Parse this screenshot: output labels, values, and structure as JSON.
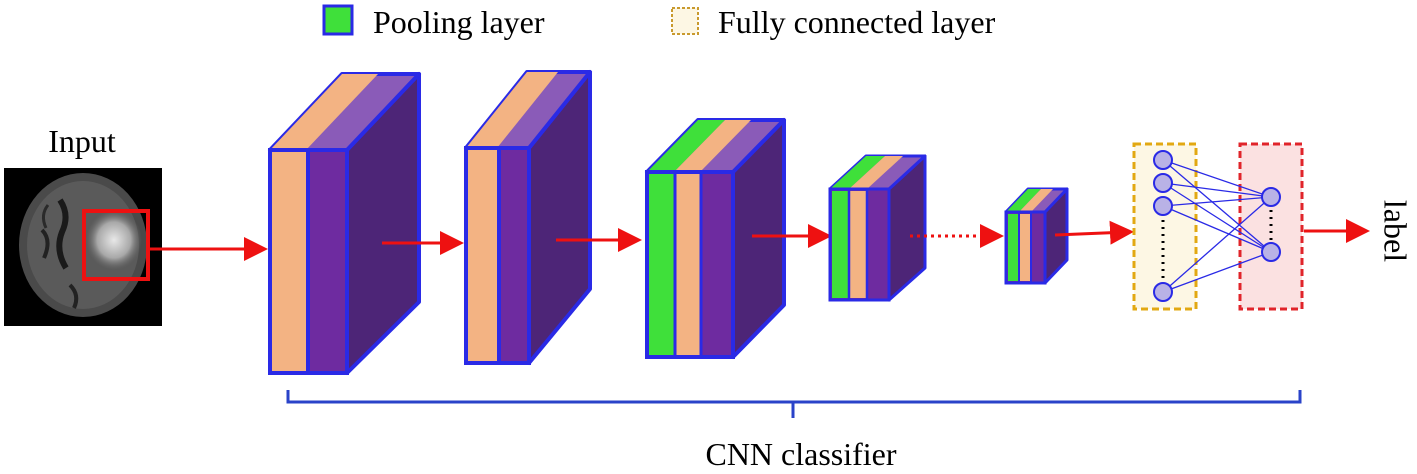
{
  "legend": {
    "pooling_label": "Pooling layer",
    "fc_label": "Fully connected layer"
  },
  "input": {
    "label": "Input"
  },
  "output": {
    "label": "label"
  },
  "group": {
    "label": "CNN classifier"
  },
  "colors": {
    "conv_band": "#F3B383",
    "pool_band": "#3FE03A",
    "feature": "#6E2BA0",
    "feature_dark": "#4D2577",
    "feature_top": "#8A5BB8",
    "border": "#2A2AE6",
    "arrow": "#EE1111",
    "fc_box_border": "#E2A812",
    "fc_box_fill": "#FDF7E4",
    "out_box_border": "#E0242A",
    "out_box_fill": "#FBE1E1",
    "node_fill": "#B9B2E6",
    "brace": "#2A43C9"
  }
}
